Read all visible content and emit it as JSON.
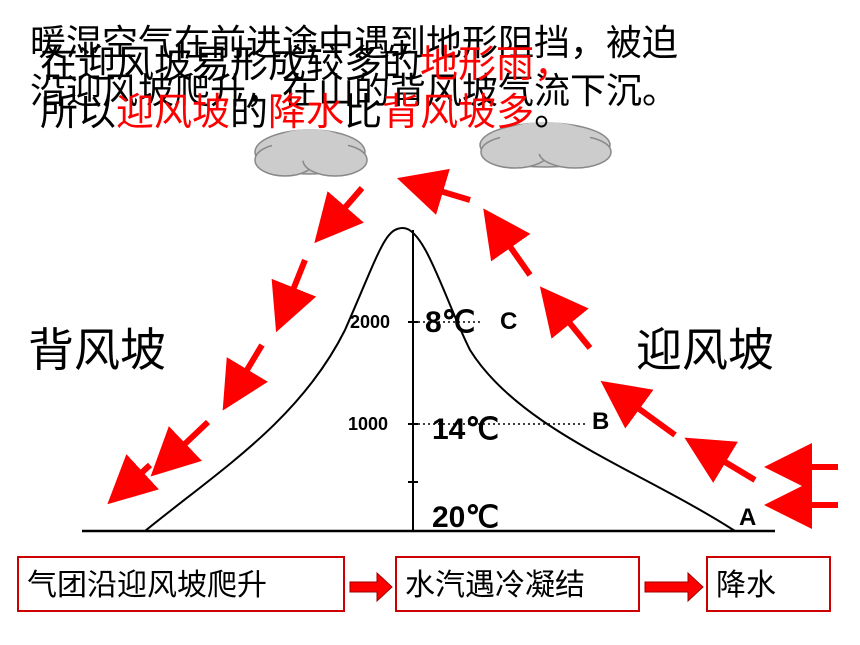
{
  "caption_back": {
    "line1": "暖湿空气在前进途中遇到地形阻挡，被迫",
    "line2": "沿迎风坡爬升，在山的背风坡气流下沉。"
  },
  "caption_front": {
    "line1_a": "在迎风坡易形成较多的",
    "line1_b": "地形雨",
    "line1_c": "，",
    "line2_a": "所以",
    "line2_b": "迎风坡",
    "line2_c": "的",
    "line2_d": "降水",
    "line2_e": "比",
    "line2_f": "背风坡多",
    "line2_g": "。"
  },
  "slopes": {
    "leeward": "背风坡",
    "windward": "迎风坡"
  },
  "altitudes": {
    "a2000": "2000",
    "a1000": "1000"
  },
  "temperatures": {
    "t_c": "8℃",
    "t_b": "14℃",
    "t_a": "20℃"
  },
  "points": {
    "c": "C",
    "b": "B",
    "a": "A"
  },
  "process": {
    "step1": "气团沿迎风坡爬升",
    "step2": "水汽遇冷凝结",
    "step3": "降水"
  },
  "colors": {
    "accent": "#ff0000",
    "cloud": "#c8c8c8",
    "box_border": "#cc0000"
  }
}
